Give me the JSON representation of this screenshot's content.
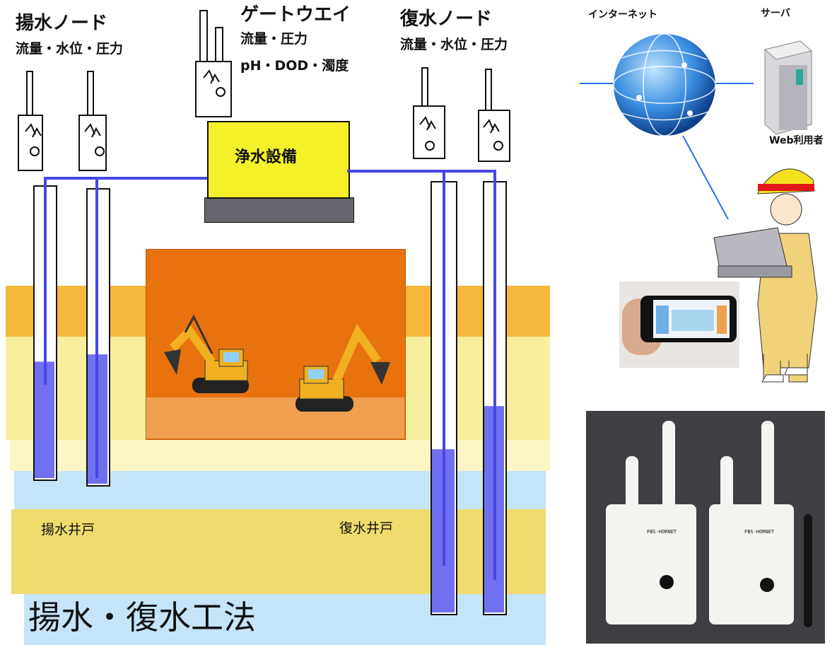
{
  "labels": {
    "pump_node_title": "揚水ノード",
    "pump_node_sub": "流量・水位・圧力",
    "gateway_title": "ゲートウエイ",
    "gateway_sub1": "流量・圧力",
    "gateway_sub2": "pH・DOD・濁度",
    "recharge_node_title": "復水ノード",
    "recharge_node_sub": "流量・水位・圧力",
    "internet": "インターネット",
    "server": "サーバ",
    "web_user": "Web利用者",
    "purifier": "浄水設備",
    "pump_well": "揚水井戸",
    "recharge_well": "復水井戸",
    "method_title": "揚水・復水工法"
  },
  "device_text": {
    "left_unit": "FBS-HORNET",
    "right_unit": "FBS-HORNET"
  },
  "wells": [
    {
      "side": "pump",
      "water_level_pct": 0.4
    },
    {
      "side": "pump",
      "water_level_pct": 0.44
    },
    {
      "side": "recharge",
      "water_level_pct": 0.38
    },
    {
      "side": "recharge",
      "water_level_pct": 0.48
    }
  ],
  "colors": {
    "pipe": "#4646e6",
    "water": "#7070f0",
    "purifier": "#f5f029",
    "excavation": "#e8700c",
    "soil_orange": "#f5b83c",
    "soil_light": "#f9f0a8",
    "soil_yellow": "#efe070",
    "groundwater": "#bfe2f8"
  },
  "icons": [
    "antenna-node-icon",
    "globe-icon",
    "server-icon",
    "worker-icon",
    "smartphone-icon",
    "excavator-icon"
  ]
}
